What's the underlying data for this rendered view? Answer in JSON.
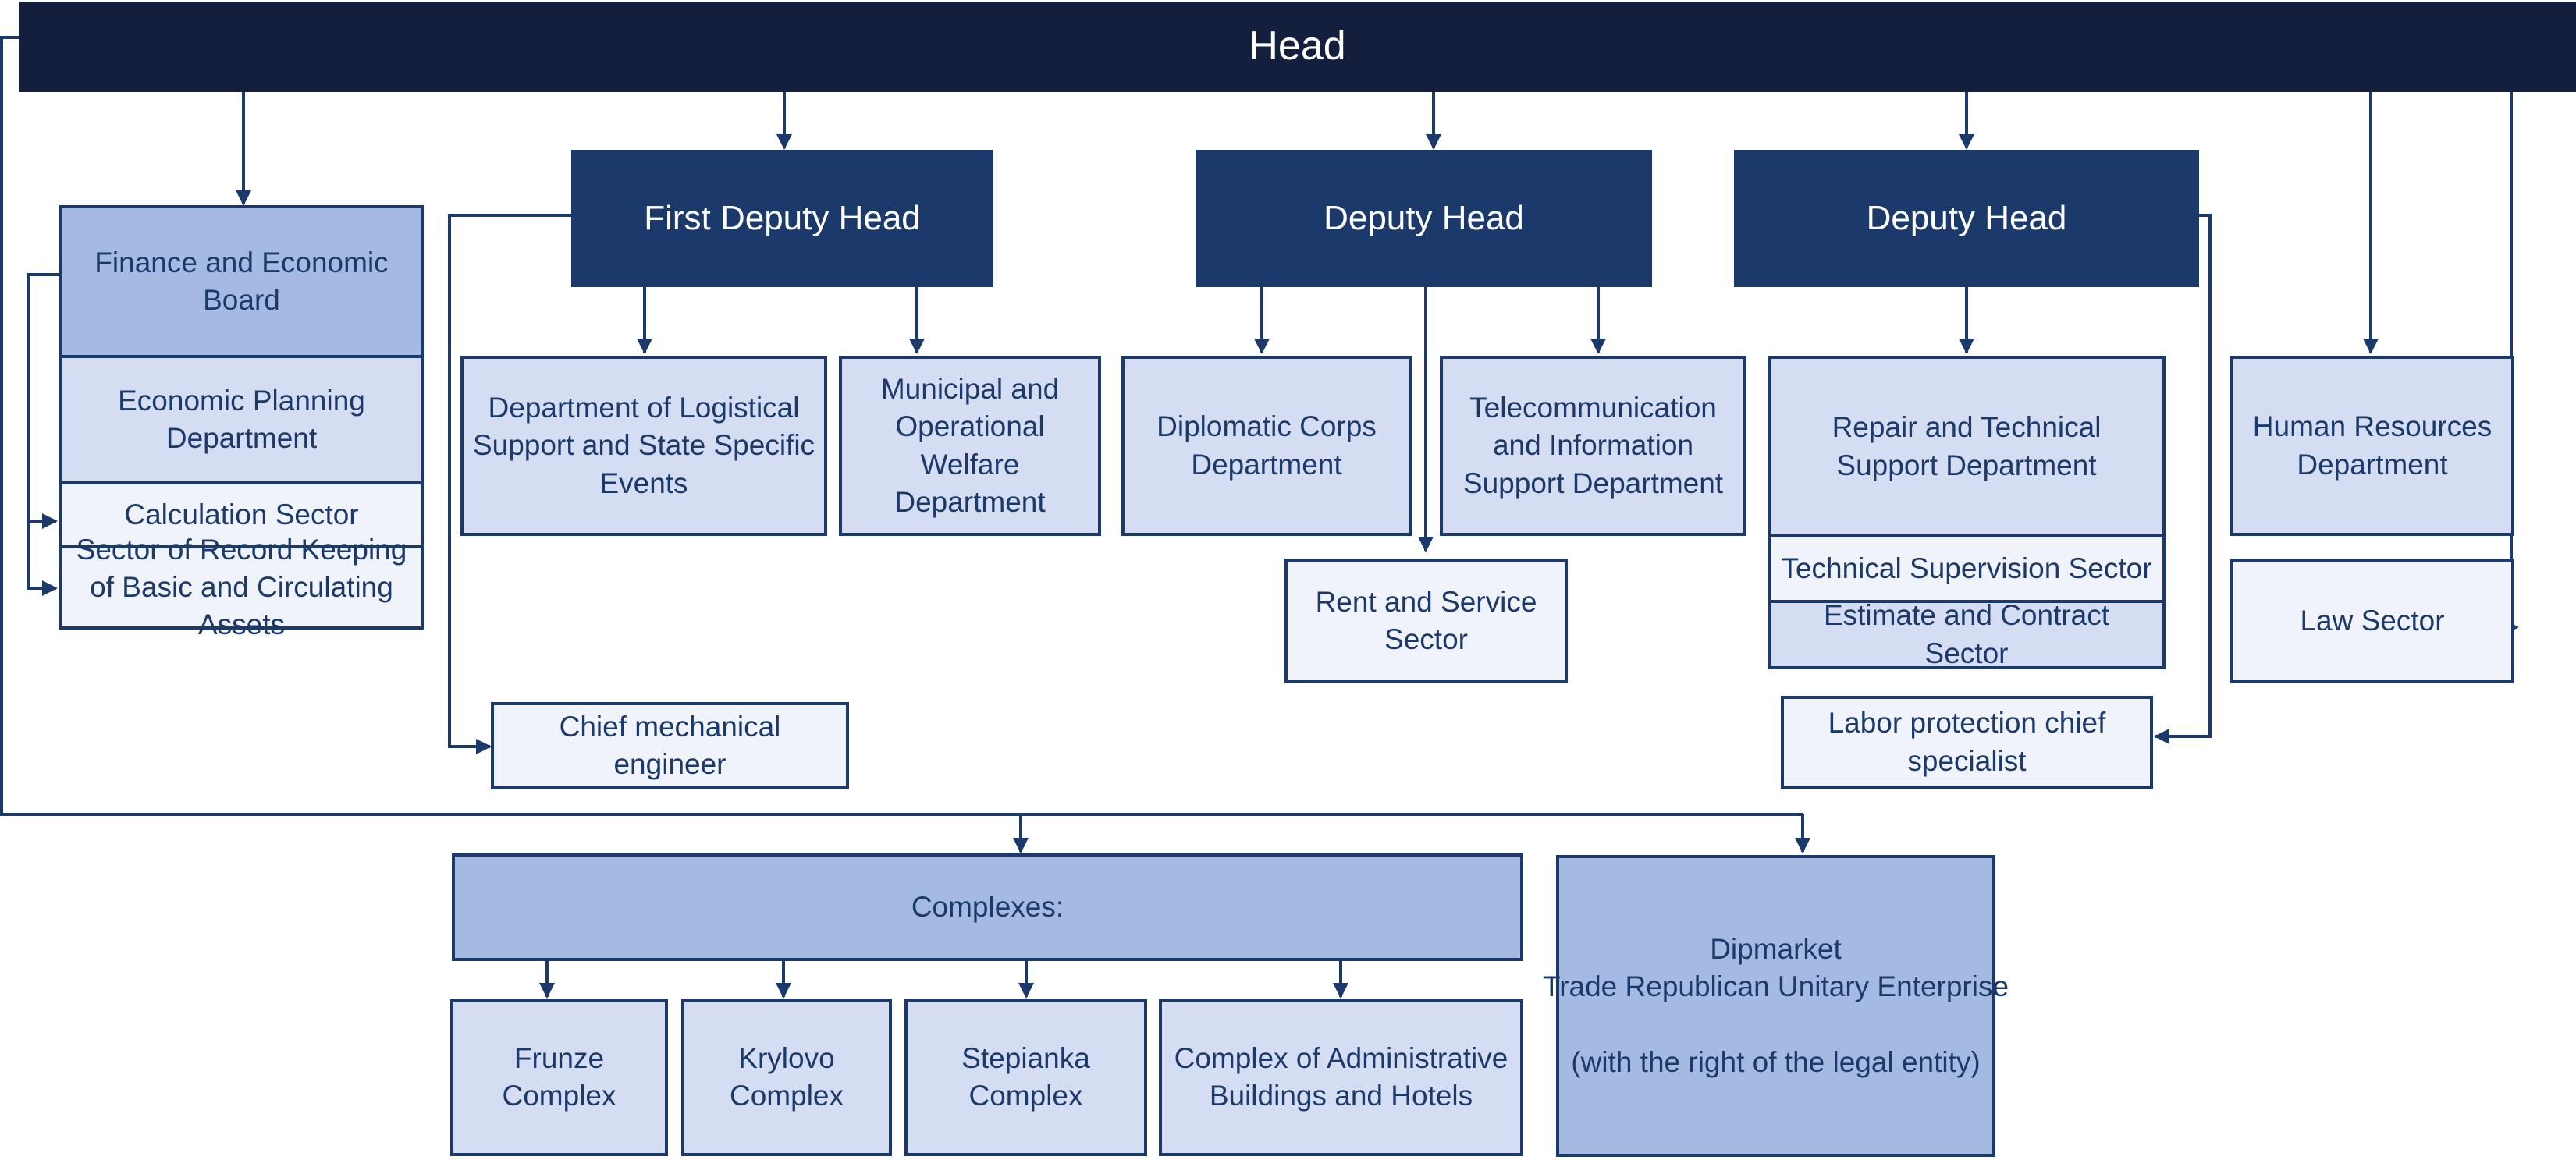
{
  "head": "Head",
  "finance": {
    "board": "Finance and Economic Board",
    "planning": "Economic Planning Department",
    "calculation": "Calculation Sector",
    "record_keeping": "Sector of Record Keeping of Basic and Circulating Assets"
  },
  "first_deputy": {
    "title": "First Deputy Head",
    "logistics": "Department of Logistical Support and State Specific Events",
    "welfare": "Municipal and Operational Welfare Department",
    "mechanical": "Chief mechanical engineer"
  },
  "deputy_1": {
    "title": "Deputy Head",
    "diplomatic": "Diplomatic Corps Department",
    "telecom": "Telecommunication and Information Support Department",
    "rent": "Rent and Service Sector"
  },
  "deputy_2": {
    "title": "Deputy Head",
    "repair": "Repair and Technical Support Department",
    "supervision": "Technical Supervision Sector",
    "estimate": "Estimate and Contract Sector",
    "labor": "Labor protection chief specialist"
  },
  "hr": "Human Resources Department",
  "law": "Law Sector",
  "complexes": {
    "title": "Complexes:",
    "frunze": "Frunze Complex",
    "krylovo": "Krylovo Complex",
    "stepianka": "Stepianka Complex",
    "admin": "Complex of Administrative Buildings and Hotels"
  },
  "dipmarket": {
    "name": "Dipmarket",
    "type": "Trade Republican Unitary Enterprise",
    "note": "(with the right of the legal entity)"
  },
  "colors": {
    "head": "#131f3c",
    "dark": "#1b3a6b",
    "mid": "#a4bae2",
    "light": "#d5ddf2",
    "pale": "#f1f3fa"
  }
}
